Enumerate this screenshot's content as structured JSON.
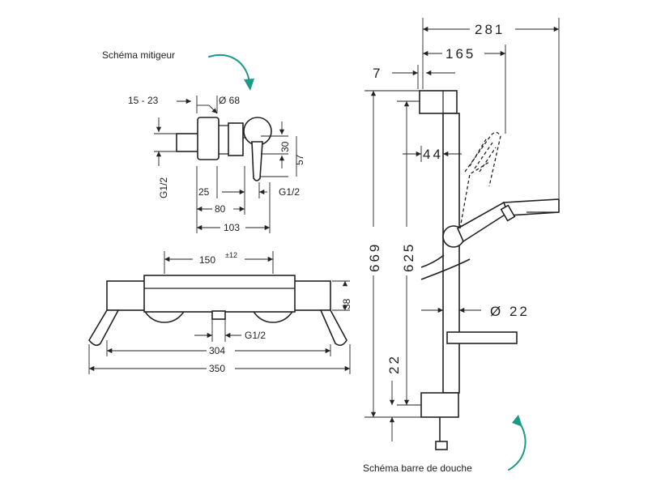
{
  "notes": {
    "mixer_label": "Schéma mitigeur",
    "bar_label": "Schéma barre de douche"
  },
  "mixer_top": {
    "thread_range": "15 - 23",
    "diameter": "Ø 68",
    "height_30": "30",
    "height_57": "57",
    "inlet_left": "G1/2",
    "inlet_right": "G1/2",
    "dim_25": "25",
    "dim_80": "80",
    "dim_103": "103"
  },
  "mixer_front": {
    "center_distance": "150",
    "center_tolerance": "±12",
    "height_38": "38",
    "outlet": "G1/2",
    "width_304": "304",
    "width_350": "350"
  },
  "shower_bar": {
    "width_281": "281",
    "width_165": "165",
    "offset_7": "7",
    "depth_44": "44",
    "height_669": "669",
    "height_625": "625",
    "diameter": "Ø 22",
    "bottom_22": "22"
  },
  "colors": {
    "line": "#222222",
    "accent_arrow": "#1b9a8a"
  },
  "icons": [
    "curved-arrow-icon",
    "curved-arrow-icon"
  ]
}
